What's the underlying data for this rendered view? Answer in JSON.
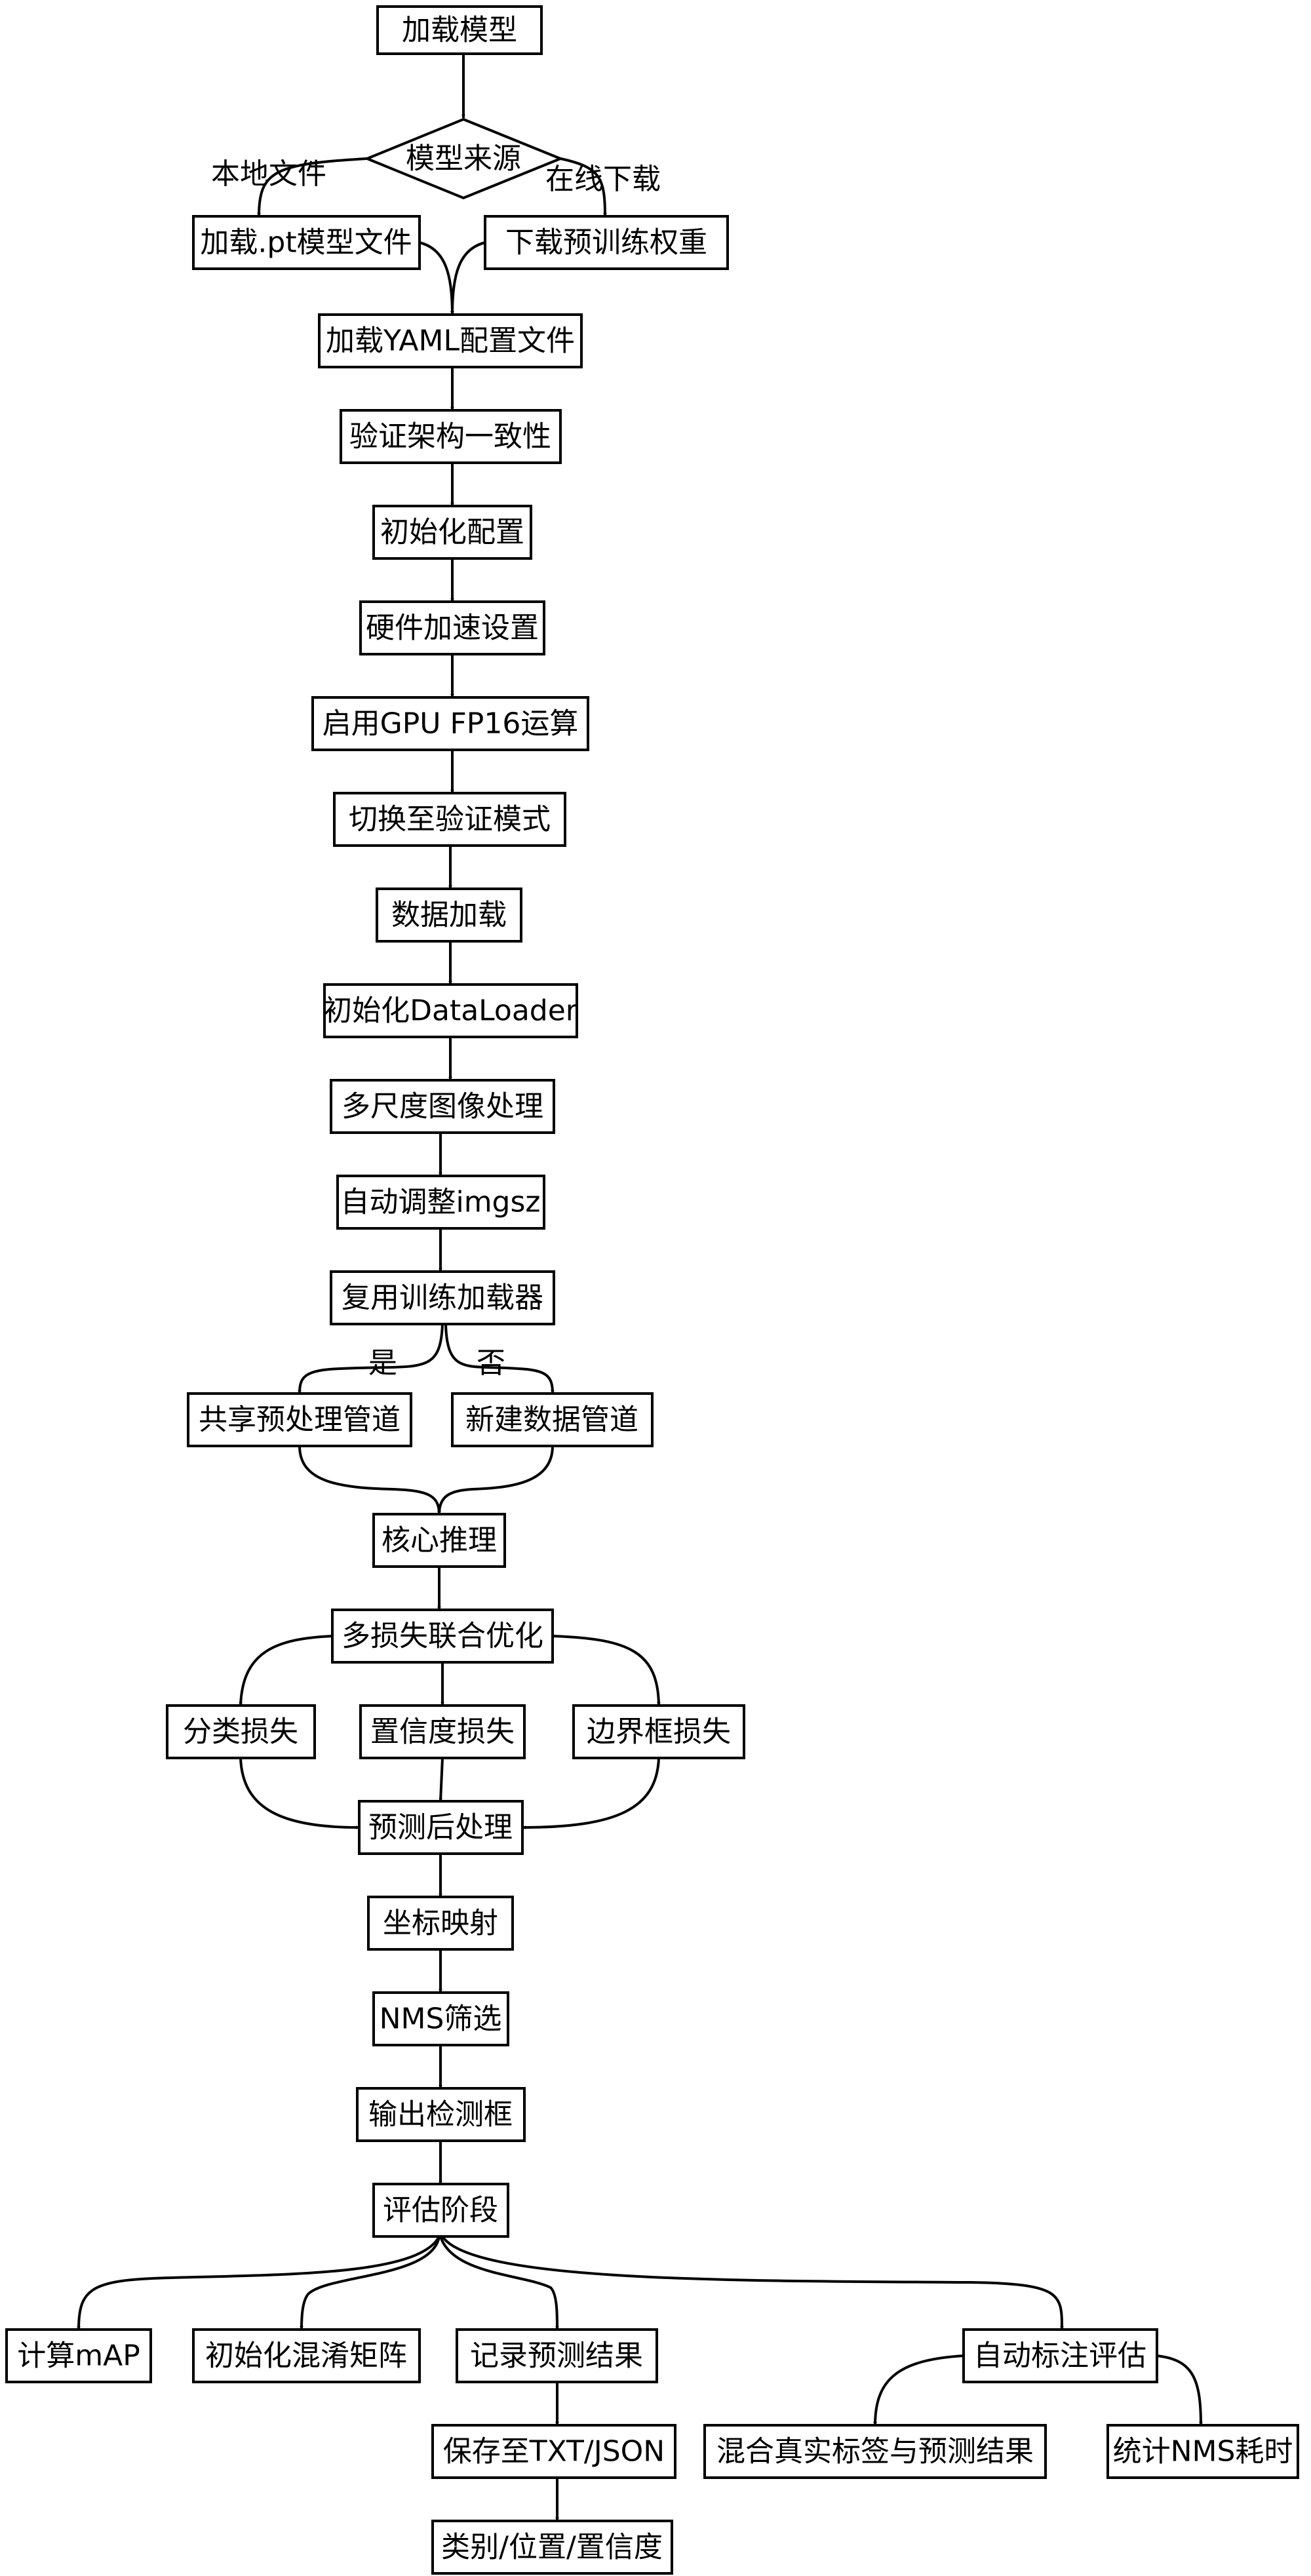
{
  "nodes": {
    "load_model": "加载模型",
    "model_source": "模型来源",
    "load_pt": "加载.pt模型文件",
    "download_weights": "下载预训练权重",
    "load_yaml": "加载YAML配置文件",
    "verify_arch": "验证架构一致性",
    "init_config": "初始化配置",
    "hw_accel": "硬件加速设置",
    "enable_fp16": "启用GPU FP16运算",
    "switch_eval": "切换至验证模式",
    "data_loading": "数据加载",
    "init_dataloader": "初始化DataLoader",
    "multiscale": "多尺度图像处理",
    "auto_imgsz": "自动调整imgsz",
    "reuse_loader": "复用训练加载器",
    "shared_pipeline": "共享预处理管道",
    "new_pipeline": "新建数据管道",
    "core_inference": "核心推理",
    "multi_loss": "多损失联合优化",
    "cls_loss": "分类损失",
    "conf_loss": "置信度损失",
    "box_loss": "边界框损失",
    "postprocess": "预测后处理",
    "coord_map": "坐标映射",
    "nms_filter": "NMS筛选",
    "output_boxes": "输出检测框",
    "eval_stage": "评估阶段",
    "calc_map": "计算mAP",
    "init_confusion": "初始化混淆矩阵",
    "record_results": "记录预测结果",
    "auto_label_eval": "自动标注评估",
    "save_txt_json": "保存至TXT/JSON",
    "class_pos_conf": "类别/位置/置信度",
    "mix_gt_pred": "混合真实标签与预测结果",
    "nms_time": "统计NMS耗时"
  },
  "edge_labels": {
    "local_file": "本地文件",
    "online_download": "在线下载",
    "yes": "是",
    "no": "否"
  }
}
